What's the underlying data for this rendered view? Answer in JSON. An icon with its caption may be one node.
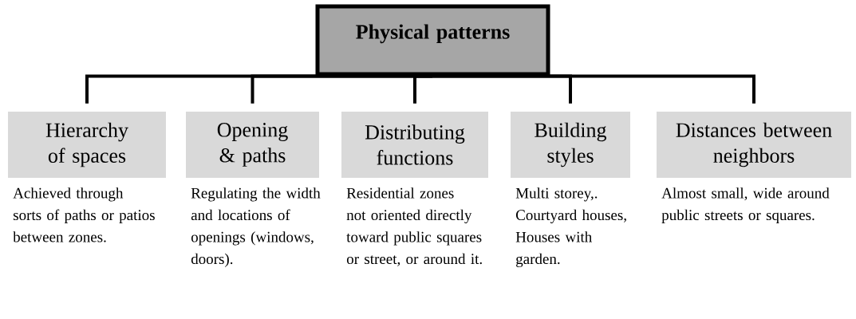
{
  "diagram": {
    "nodes": [
      {
        "text": [
          "Physical patterns"
        ]
      },
      {
        "text": [
          "Hierarchy of spaces"
        ],
        "beside": [
          "Achieved through sorts of paths or patios between zones."
        ]
      },
      {
        "text": [
          "Opening & paths"
        ],
        "beside": [
          "Regulating the width and locations of openings (windows, doors)."
        ]
      },
      {
        "text": [
          "Distributing functions"
        ],
        "beside": [
          "Residential zones not oriented directly toward public squares or street, or around it."
        ]
      },
      {
        "text": [
          "Building styles"
        ],
        "beside": [
          "Multi storey,. Courtyard houses, Houses with garden."
        ]
      },
      {
        "text": [
          "Distances between neighbors"
        ],
        "beside": [
          "Almost small, wide around public streets or squares."
        ]
      }
    ],
    "edges": [
      {
        "from": 0,
        "to": 1,
        "arrow": "none"
      },
      {
        "from": 0,
        "to": 2,
        "arrow": "none"
      },
      {
        "from": 0,
        "to": 3,
        "arrow": "none"
      },
      {
        "from": 0,
        "to": 4,
        "arrow": "none"
      },
      {
        "from": 0,
        "to": 5,
        "arrow": "none"
      }
    ]
  }
}
